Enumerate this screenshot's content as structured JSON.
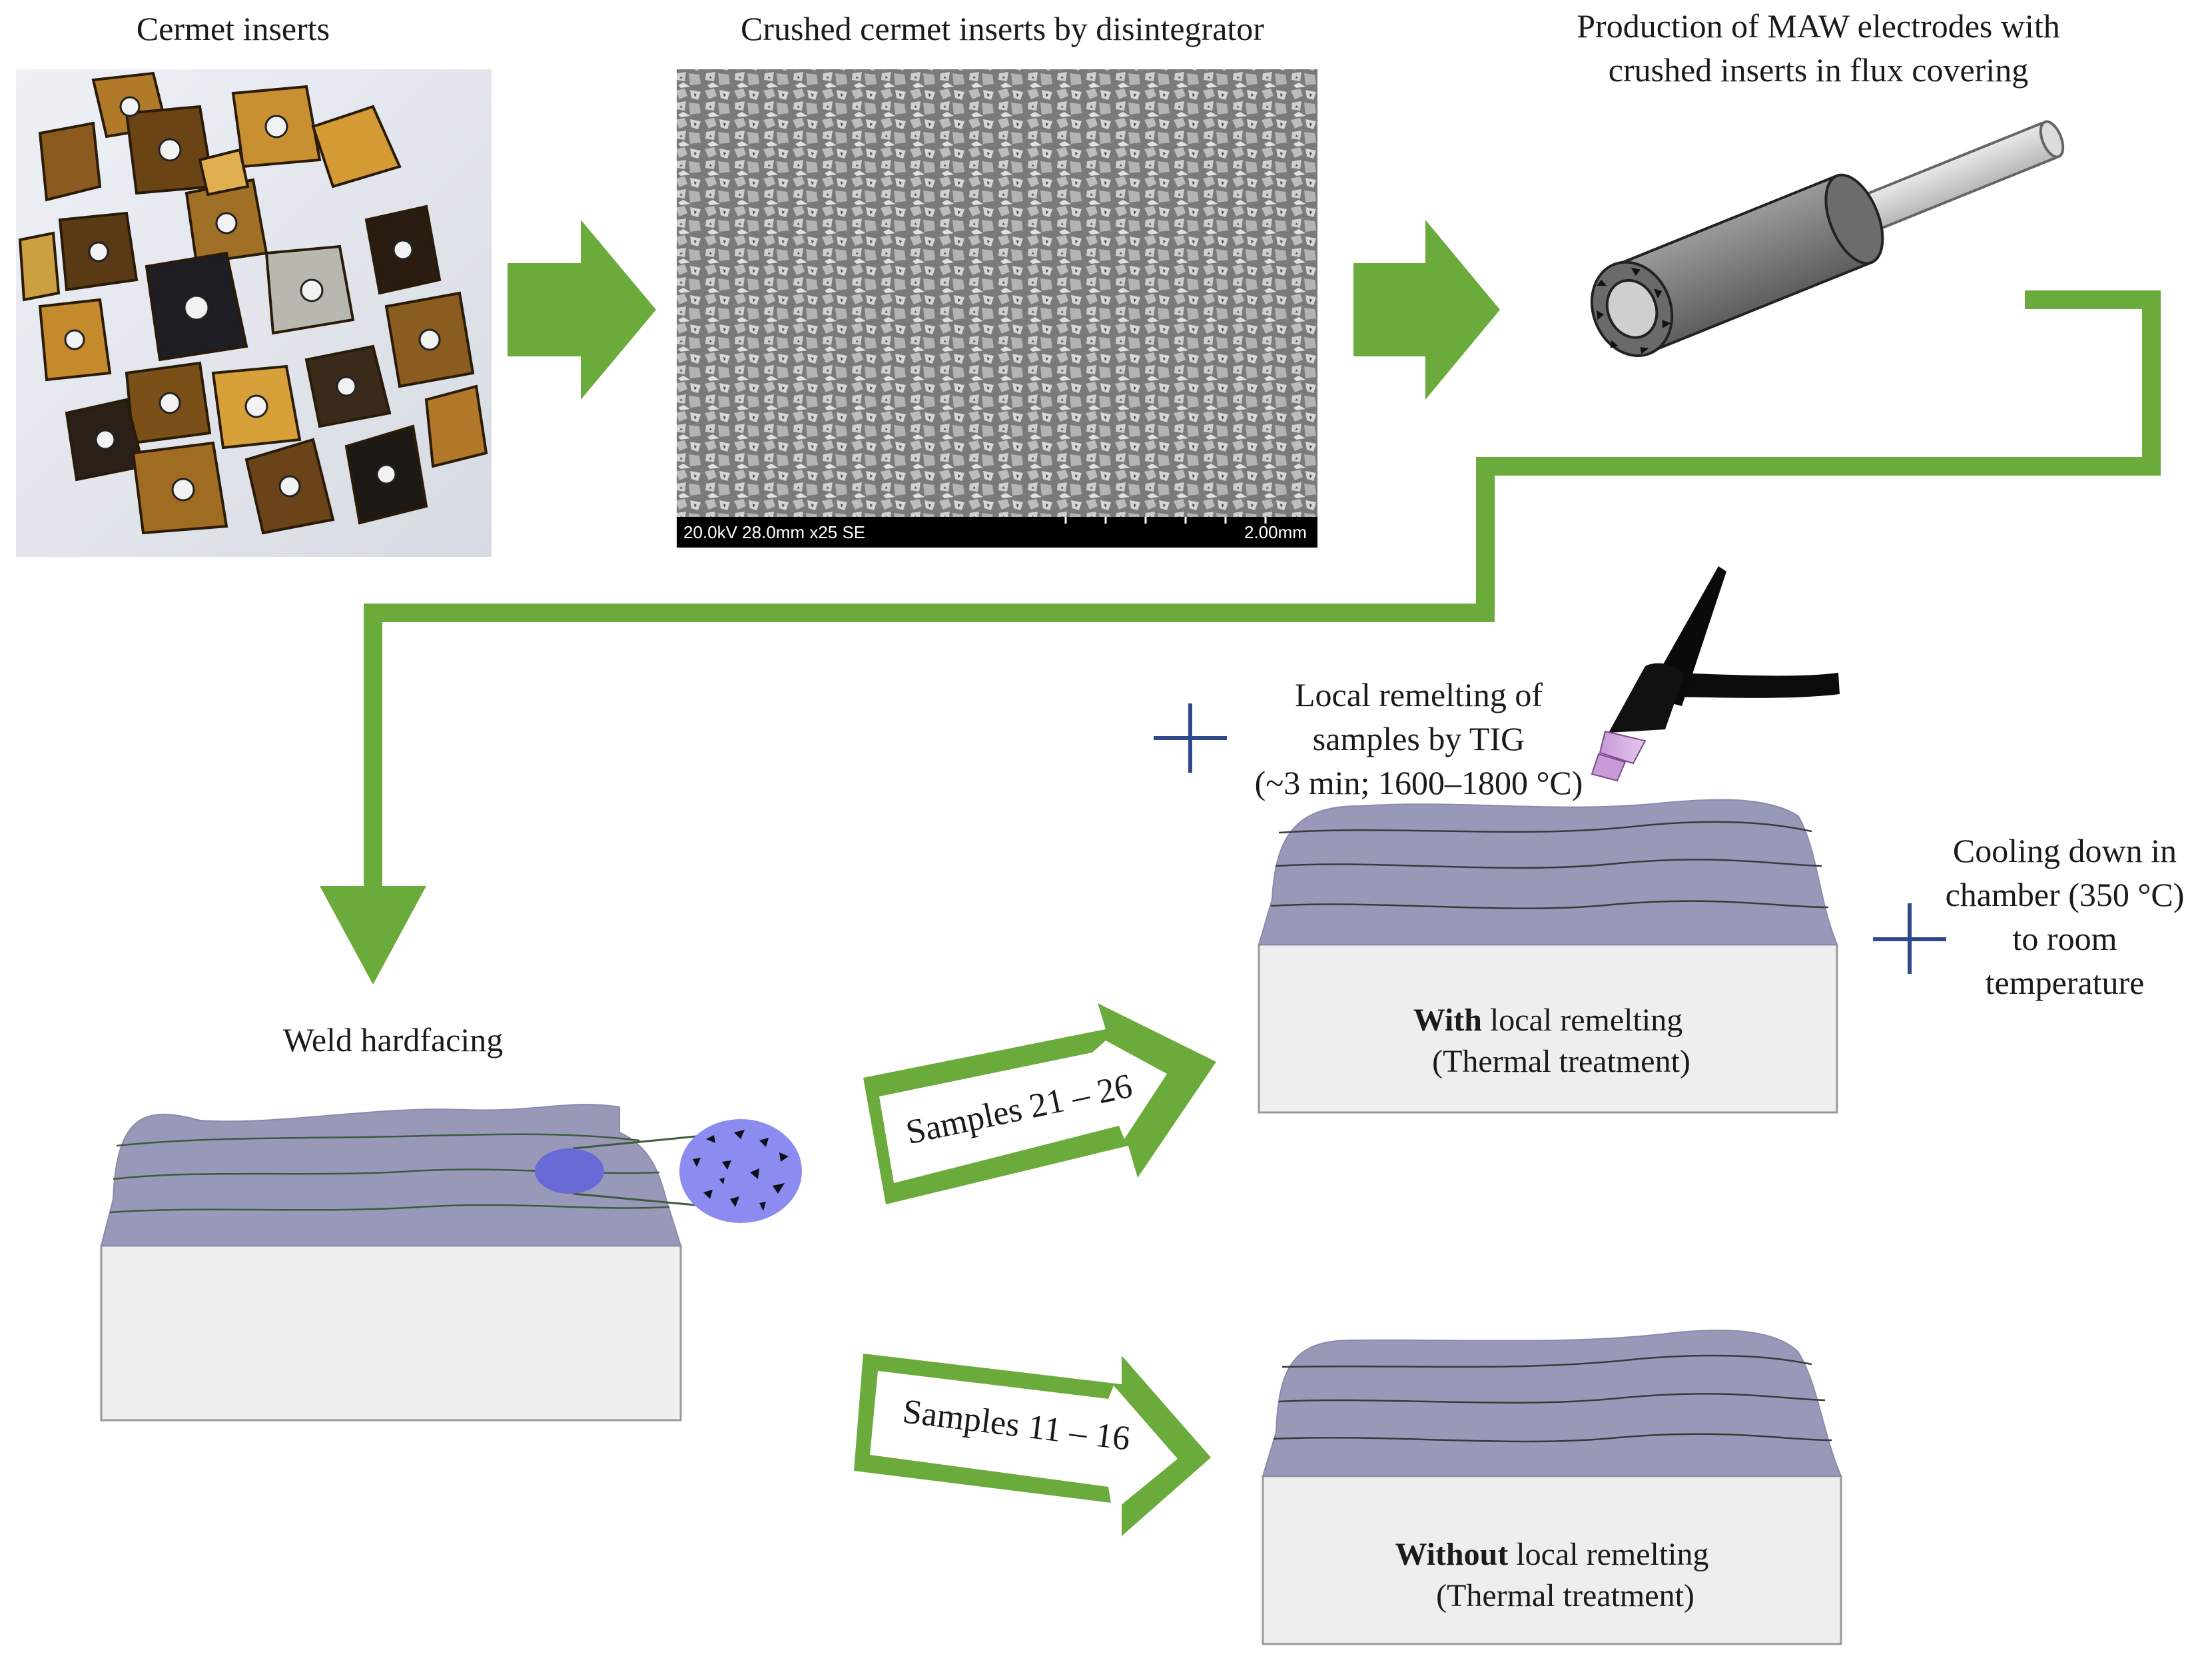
{
  "steps": {
    "inserts_label": "Cermet inserts",
    "crushed_label": "Crushed cermet inserts by disintegrator",
    "production_label_line1": "Production of MAW electrodes with",
    "production_label_line2": "crushed inserts in flux covering",
    "weld_label": "Weld hardfacing"
  },
  "sem": {
    "info_left": "20.0kV 28.0mm x25 SE",
    "info_right": "2.00mm"
  },
  "remelting": {
    "line1": "Local remelting of",
    "line2": "samples by TIG",
    "line3": "(~3 min; 1600–1800 °C)"
  },
  "cooling": {
    "line1": "Cooling down in",
    "line2": "chamber (350 °C)",
    "line3": "to room",
    "line4": "temperature"
  },
  "branches": {
    "upper_arrow_label": "Samples 21 – 26",
    "lower_arrow_label": "Samples 11 – 16"
  },
  "block_with": {
    "bold": "With",
    "rest": " local remelting",
    "line2": "(Thermal treatment)"
  },
  "block_without": {
    "bold": "Without",
    "rest": " local remelting",
    "line2": "(Thermal treatment)"
  },
  "colors": {
    "arrow_green": "#6aab3c",
    "weld_purple": "#9898b8",
    "block_gray": "#eeeeee",
    "plus_blue": "#2e4a8a",
    "zoom_purple": "#8c8cf0"
  }
}
